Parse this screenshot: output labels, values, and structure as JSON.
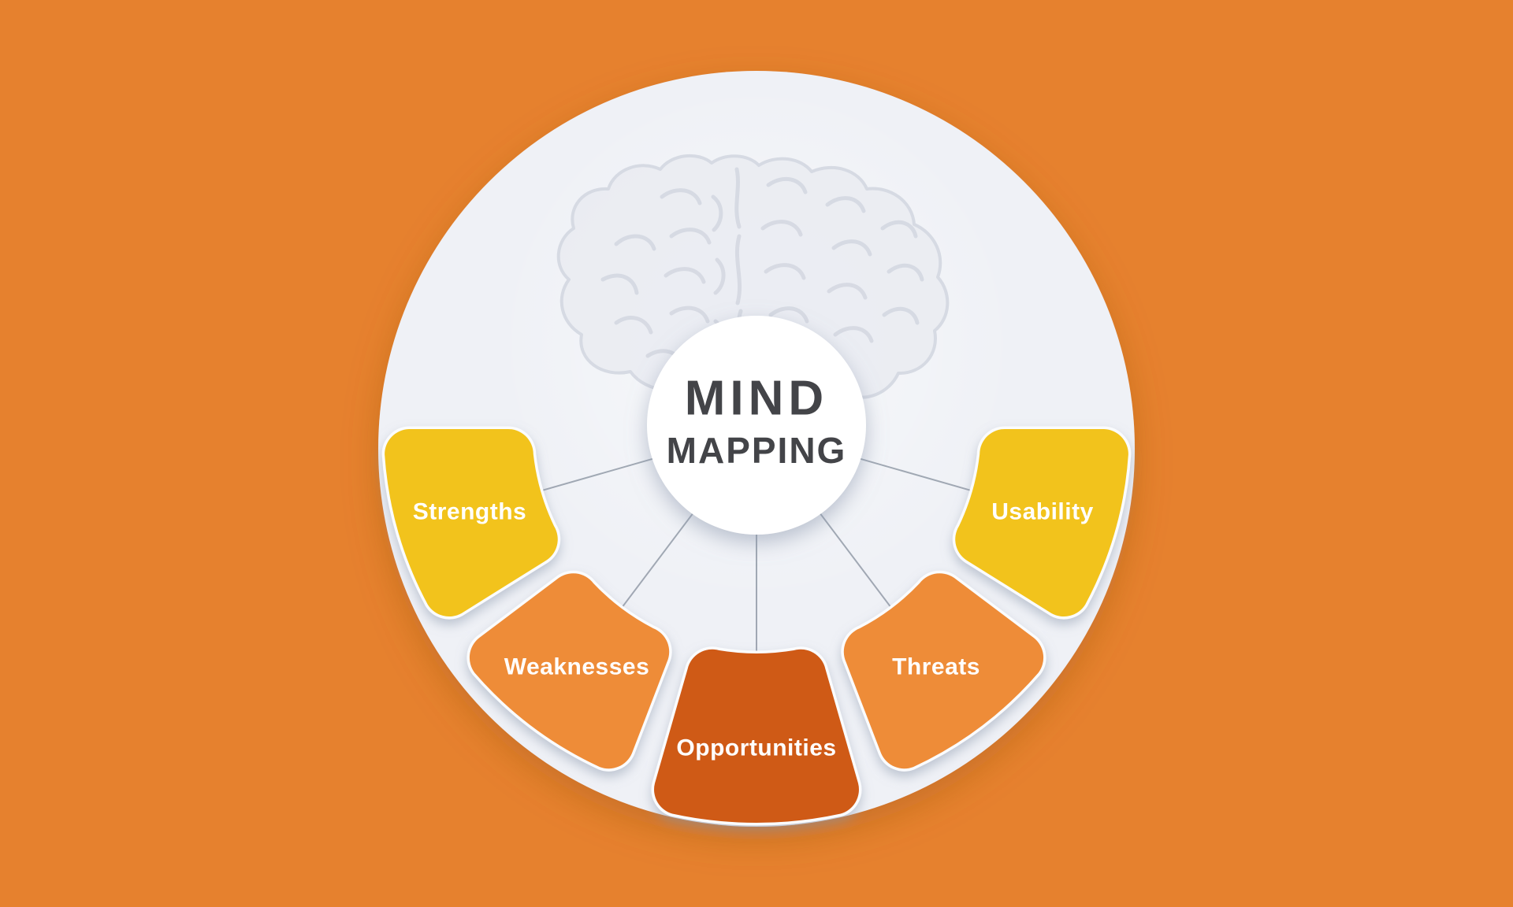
{
  "diagram": {
    "center_title": {
      "line1": "MIND",
      "line2": "MAPPING"
    },
    "petals": [
      {
        "id": "strengths",
        "label": "Strengths",
        "color": "#F2C31A"
      },
      {
        "id": "weaknesses",
        "label": "Weaknesses",
        "color": "#EE8C38"
      },
      {
        "id": "opportunities",
        "label": "Opportunities",
        "color": "#CF5A16"
      },
      {
        "id": "threats",
        "label": "Threats",
        "color": "#EE8C38"
      },
      {
        "id": "usability",
        "label": "Usability",
        "color": "#F2C31A"
      }
    ],
    "colors": {
      "background": "#E6812E",
      "disc": "#EFF1F6",
      "center_circle": "#FFFFFF",
      "title_text": "#434448",
      "label_text": "#FFFFFF",
      "connector_line": "#98A0AC",
      "brain_stroke": "#D2D6E0"
    }
  }
}
